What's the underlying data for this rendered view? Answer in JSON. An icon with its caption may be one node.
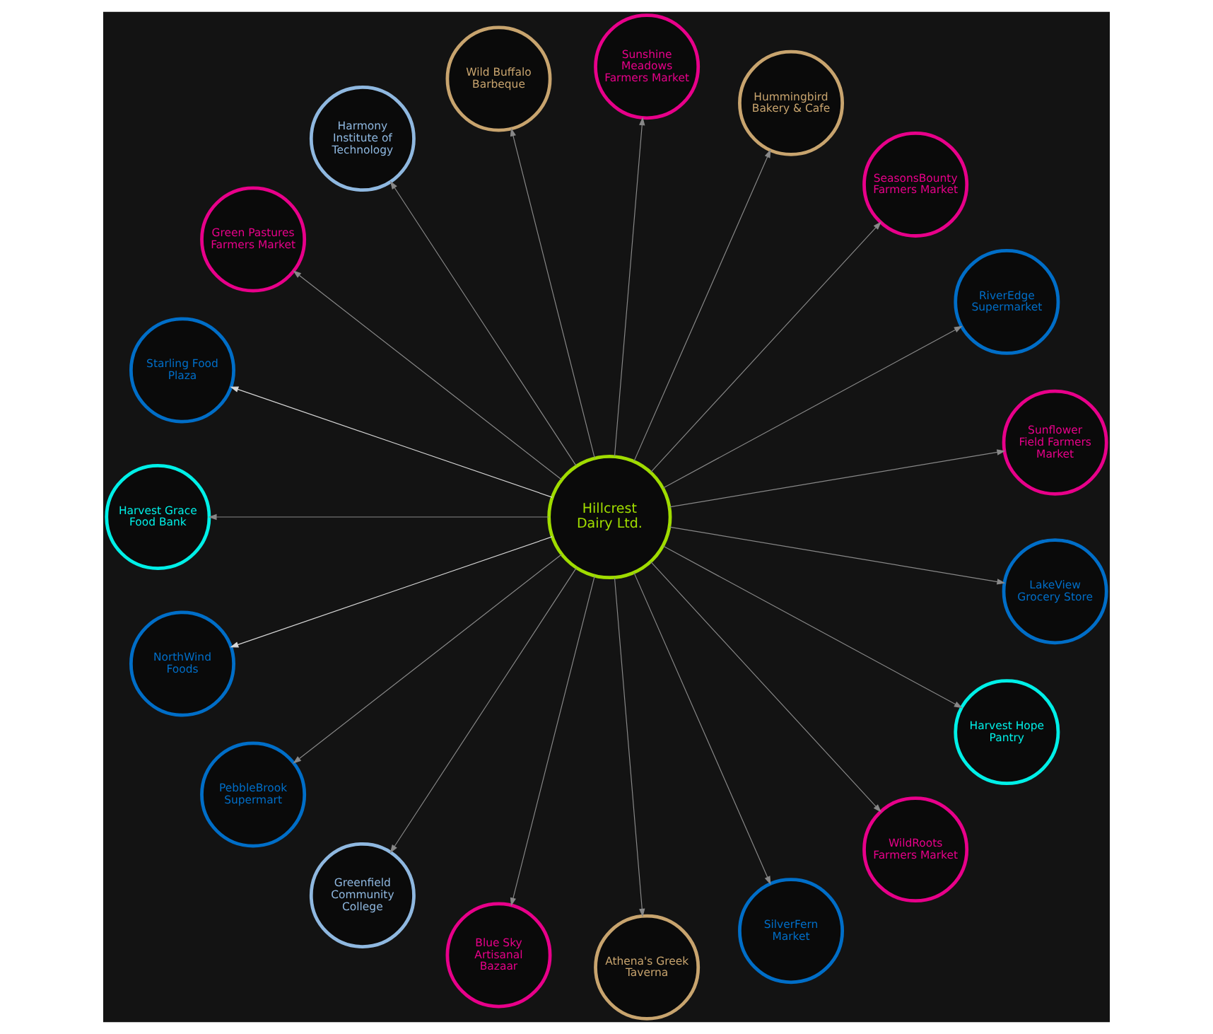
{
  "diagram": {
    "nodes": [
      {
        "text": [
          "Sunflower Field Farmers Market"
        ]
      },
      {
        "text": [
          "RiverEdge Supermarket"
        ]
      },
      {
        "text": [
          "SeasonsBounty Farmers Market"
        ]
      },
      {
        "text": [
          "Hummingbird Bakery & Cafe"
        ]
      },
      {
        "text": [
          "Sunshine Meadows Farmers Market"
        ]
      },
      {
        "text": [
          "Wild Buffalo Barbeque"
        ]
      },
      {
        "text": [
          "Harmony Institute of Technology"
        ]
      },
      {
        "text": [
          "Green Pastures Farmers Market"
        ]
      },
      {
        "text": [
          "Starling Food Plaza"
        ]
      },
      {
        "text": [
          "Harvest Grace Food Bank"
        ]
      },
      {
        "text": [
          "Hillcrest Dairy Ltd."
        ]
      },
      {
        "text": [
          "NorthWind Foods"
        ]
      },
      {
        "text": [
          "PebbleBrook Supermart"
        ]
      },
      {
        "text": [
          "Greenfield Community College"
        ]
      },
      {
        "text": [
          "Blue Sky Artisanal Bazaar"
        ]
      },
      {
        "text": [
          "Athena's Greek Taverna"
        ]
      },
      {
        "text": [
          "SilverFern Market"
        ]
      },
      {
        "text": [
          "WildRoots Farmers Market"
        ]
      },
      {
        "text": [
          "Harvest Hope Pantry"
        ]
      },
      {
        "text": [
          "LakeView Grocery Store"
        ]
      }
    ],
    "edges": [
      {
        "from": 10,
        "to": 1,
        "arrow": "to"
      },
      {
        "from": 10,
        "to": 2,
        "arrow": "to"
      },
      {
        "from": 10,
        "to": 0,
        "arrow": "to"
      },
      {
        "from": 10,
        "to": 3,
        "arrow": "to"
      },
      {
        "from": 10,
        "to": 5,
        "arrow": "to"
      },
      {
        "from": 10,
        "to": 6,
        "arrow": "to"
      },
      {
        "from": 10,
        "to": 4,
        "arrow": "to"
      },
      {
        "from": 10,
        "to": 8,
        "arrow": "to",
        "color": "#d8d8d8"
      },
      {
        "from": 10,
        "to": 7,
        "arrow": "to"
      },
      {
        "from": 10,
        "to": 9,
        "arrow": "to"
      },
      {
        "from": 10,
        "to": 11,
        "arrow": "to",
        "color": "#d8d8d8"
      },
      {
        "from": 10,
        "to": 13,
        "arrow": "to"
      },
      {
        "from": 10,
        "to": 16,
        "arrow": "to"
      },
      {
        "from": 10,
        "to": 18,
        "arrow": "to"
      },
      {
        "from": 10,
        "to": 19,
        "arrow": "to"
      },
      {
        "from": 10,
        "to": 15,
        "arrow": "to"
      },
      {
        "from": 10,
        "to": 17,
        "arrow": "to"
      },
      {
        "from": 10,
        "to": 14,
        "arrow": "to"
      },
      {
        "from": 10,
        "to": 12,
        "arrow": "to"
      }
    ]
  }
}
